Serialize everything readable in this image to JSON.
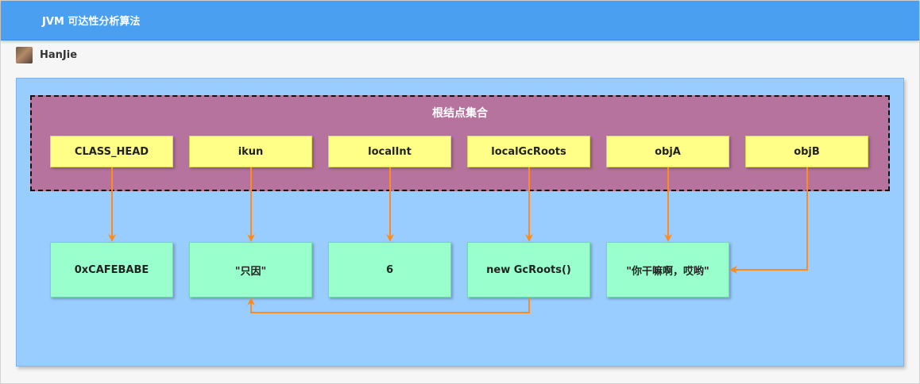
{
  "header": {
    "title": "JVM 可达性分析算法"
  },
  "author": {
    "name": "HanJie"
  },
  "diagram": {
    "group_label": "根结点集合",
    "roots": [
      "CLASS_HEAD",
      "ikun",
      "localInt",
      "localGcRoots",
      "objA",
      "objB"
    ],
    "values": [
      "0xCAFEBABE",
      "\"只因\"",
      "6",
      "new GcRoots()",
      "\"你干嘛啊，哎哟\""
    ],
    "colors": {
      "title_bar": "#4a9ff0",
      "canvas": "#99ccff",
      "group": "#b5739d",
      "root_node": "#ffff88",
      "value_node": "#99ffcc",
      "edge": "#ff8c1a"
    }
  }
}
